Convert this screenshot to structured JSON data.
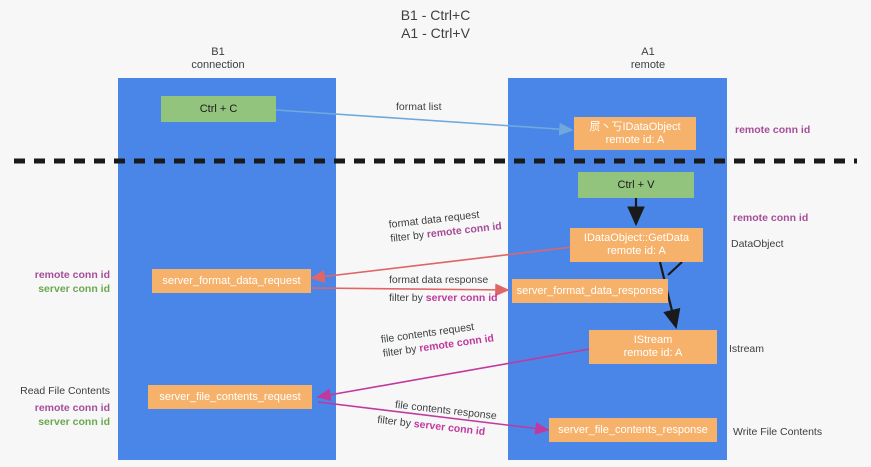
{
  "title": {
    "line1": "B1 - Ctrl+C",
    "line2": "A1 - Ctrl+V"
  },
  "lanes": [
    {
      "name": "left",
      "header_line1": "B1",
      "header_line2": "connection",
      "color": "#4a86e8"
    },
    {
      "name": "right",
      "header_line1": "A1",
      "header_line2": "remote",
      "color": "#4a86e8"
    }
  ],
  "colors": {
    "lane": "#4a86e8",
    "orange_box": "#f6b26b",
    "green_box": "#93c47d",
    "divider": "#1a1a1a",
    "arrow_blue": "#6fa8dc",
    "arrow_red": "#e06666",
    "arrow_magenta": "#c0399f",
    "arrow_black": "#1a1a1a",
    "text_purple": "#a64d9a",
    "text_green": "#6aa84f"
  },
  "boxes": {
    "ctrl_c": {
      "label": "Ctrl + C"
    },
    "ctrl_v": {
      "label": "Ctrl + V"
    },
    "idataobject_remote": {
      "line1": "屃丶丂IDataObject",
      "line2": "remote id: A"
    },
    "getdata": {
      "line1": "IDataObject::GetData",
      "line2": "remote id: A"
    },
    "istream": {
      "line1": "IStream",
      "line2": "remote id: A"
    },
    "server_format_data_request": {
      "label": "server_format_data_request"
    },
    "server_format_data_response": {
      "label": "server_format_data_response"
    },
    "server_file_contents_request": {
      "label": "server_file_contents_request"
    },
    "server_file_contents_response": {
      "label": "server_file_contents_response"
    }
  },
  "edge_labels": {
    "format_list": "format list",
    "format_data_request": "format data request",
    "format_data_request_filter_prefix": "filter by ",
    "format_data_request_filter_key": "remote conn id",
    "format_data_response": "format data response",
    "format_data_response_filter_prefix": "filter by ",
    "format_data_response_filter_key": "server conn id",
    "file_contents_request": "file contents request",
    "file_contents_request_filter_prefix": "filter by ",
    "file_contents_request_filter_key": "remote conn id",
    "file_contents_response": "file contents response",
    "file_contents_response_filter_prefix": "filter by ",
    "file_contents_response_filter_key": "server conn id"
  },
  "annotations": {
    "right_top_remote_conn_id": "remote conn id",
    "right_mid_remote_conn_id": "remote conn id",
    "right_dataobject": "DataObject",
    "right_istream": "Istream",
    "right_write_file_contents": "Write File Contents",
    "left_remote_conn_id_1": "remote conn id",
    "left_server_conn_id_1": "server conn id",
    "left_read_file_contents": "Read File Contents",
    "left_remote_conn_id_2": "remote conn id",
    "left_server_conn_id_2": "server conn id"
  }
}
